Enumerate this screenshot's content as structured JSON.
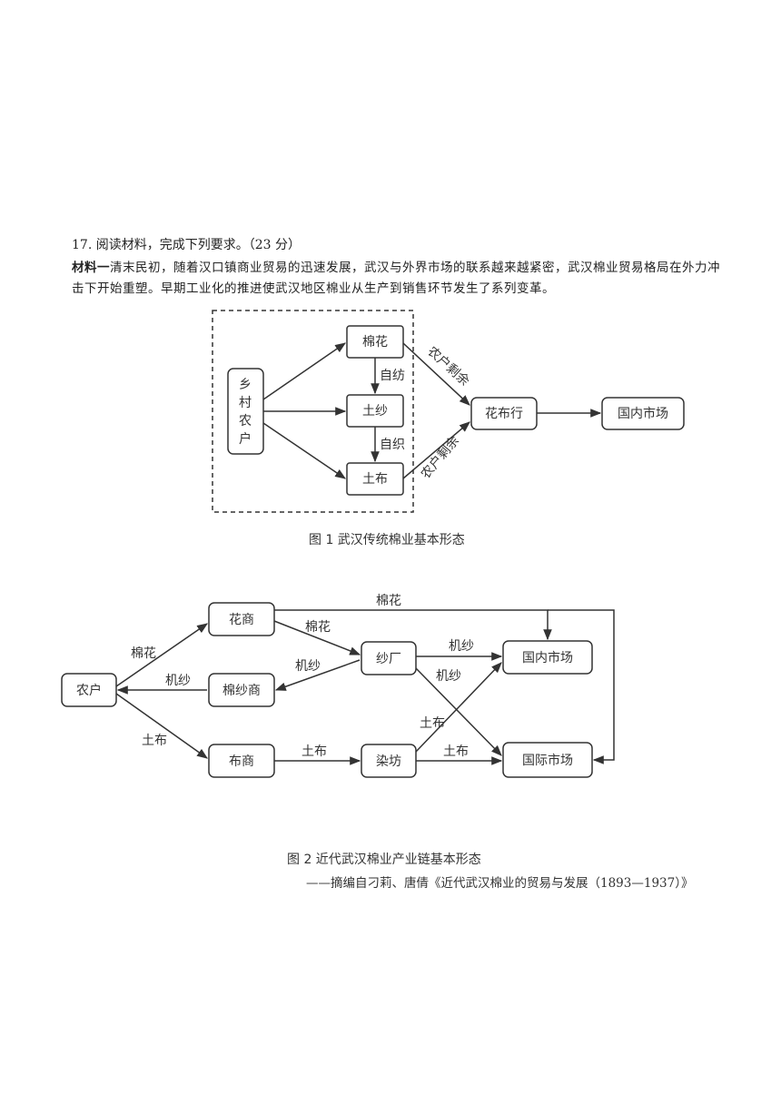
{
  "question": {
    "title": "17. 阅读材料，完成下列要求。（23 分）",
    "material_label": "材料一",
    "material_text": "清末民初，随着汉口镇商业贸易的迅速发展，武汉与外界市场的联系越来越紧密，武汉棉业贸易格局在外力冲击下开始重塑。早期工业化的推进使武汉地区棉业从生产到销售环节发生了系列变革。"
  },
  "figure1": {
    "caption": "图 1 武汉传统棉业基本形态",
    "nodes": {
      "farmer": "乡村农户",
      "cotton": "棉花",
      "yarn": "土纱",
      "cloth": "土布",
      "shop": "花布行",
      "domestic": "国内市场"
    },
    "edge_labels": {
      "self_spin": "自纺",
      "self_weave": "自织",
      "surplus_top": "农户剩余",
      "surplus_bottom": "农户剩余"
    }
  },
  "figure2": {
    "caption": "图 2 近代武汉棉业产业链基本形态",
    "source": "——摘编自刁莉、唐倩《近代武汉棉业的贸易与发展（1893—1937）》",
    "nodes": {
      "farmer": "农户",
      "cotton_merchant": "花商",
      "yarn_merchant": "棉纱商",
      "cloth_merchant": "布商",
      "mill": "纱厂",
      "dye": "染坊",
      "domestic": "国内市场",
      "international": "国际市场"
    },
    "edge_labels": {
      "top_cotton": "棉花",
      "farmer_cotton": "棉花",
      "merchant_cotton": "棉花",
      "mill_yarn_back": "机纱",
      "yarnmerchant_yarn": "机纱",
      "mill_domestic": "机纱",
      "mill_intl": "机纱",
      "farmer_cloth": "土布",
      "cloth_to_dye": "土布",
      "dye_domestic": "土布",
      "dye_intl": "土布"
    }
  }
}
